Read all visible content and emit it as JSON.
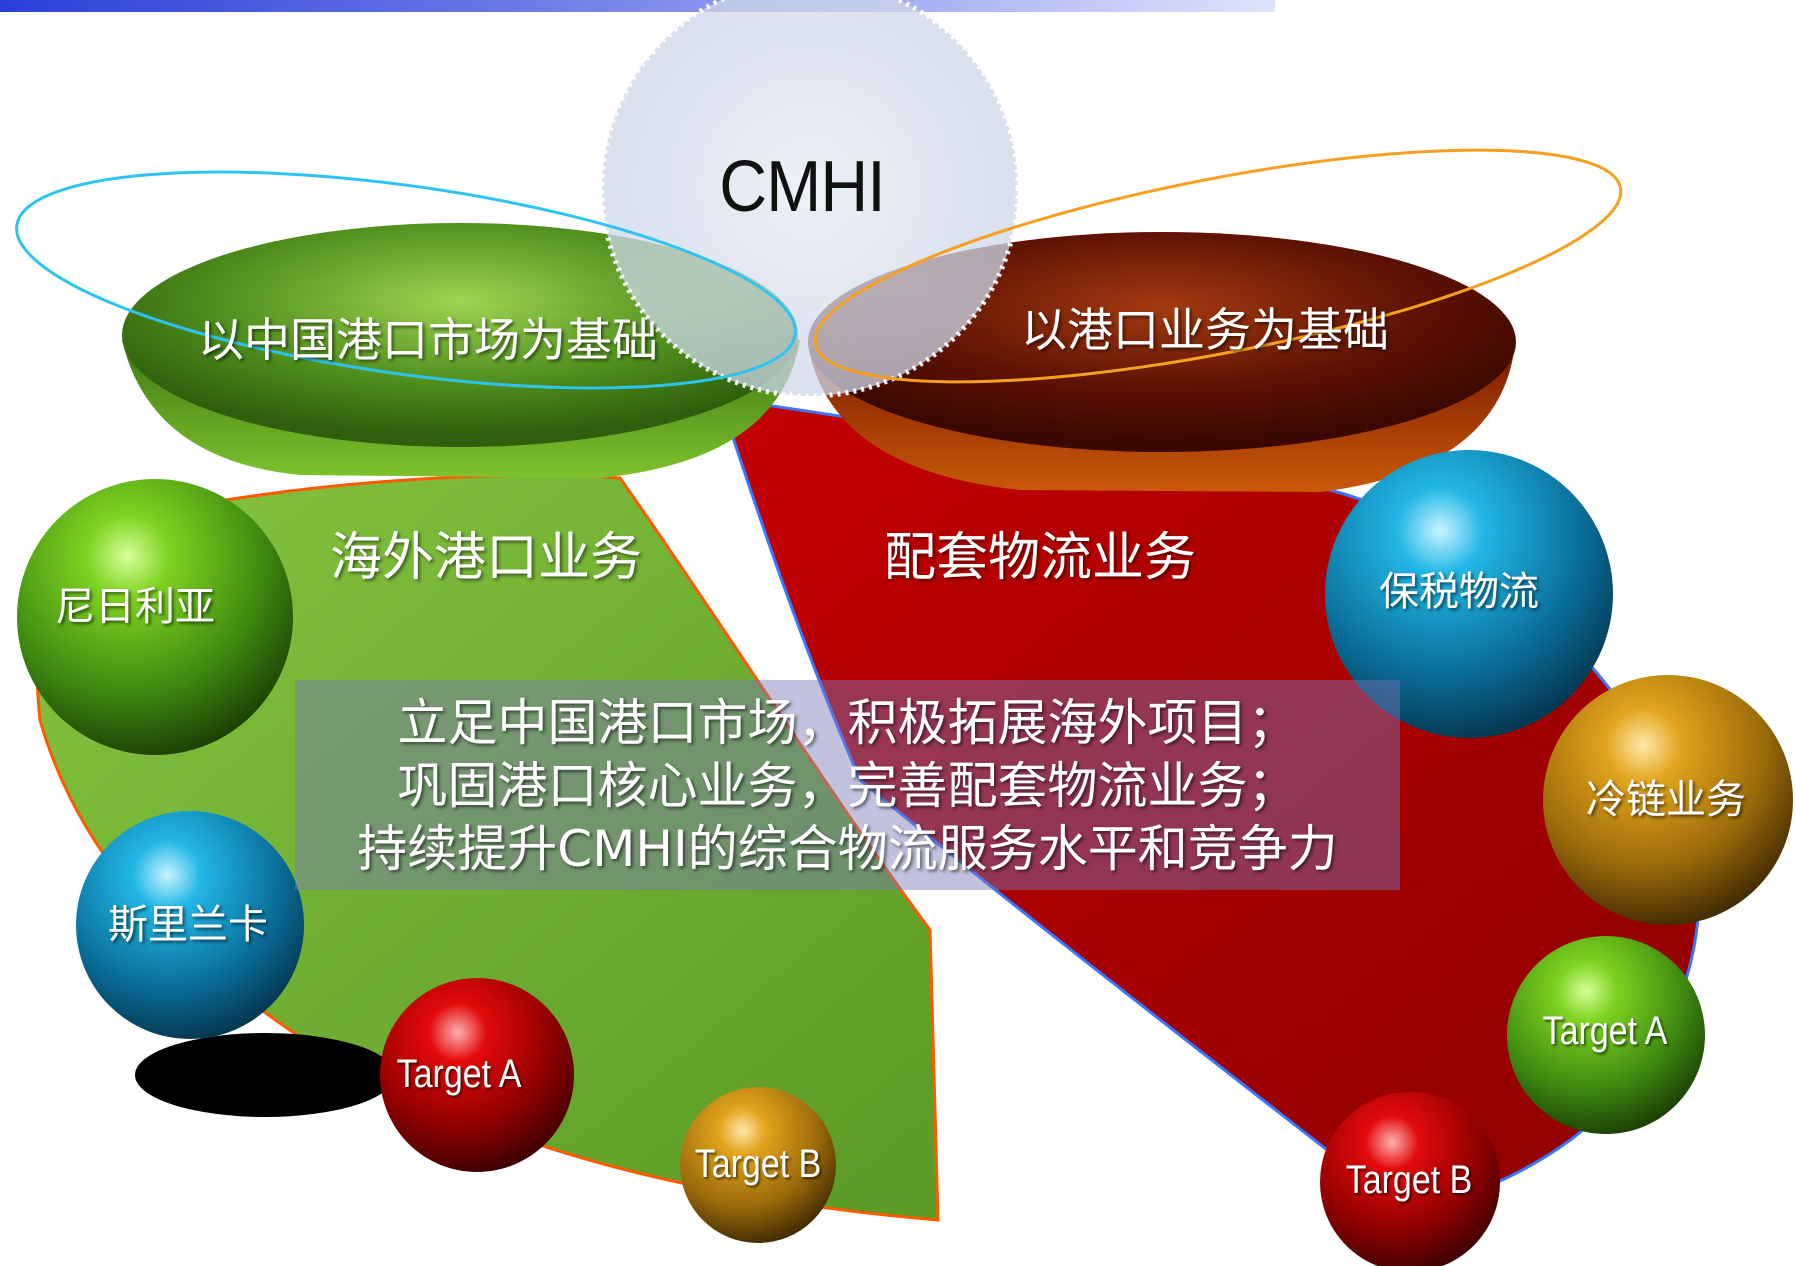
{
  "diagram": {
    "center": {
      "label": "CMHI"
    },
    "left_dish": {
      "label": "以中国港口市场为基础"
    },
    "right_dish": {
      "label": "以港口业务为基础"
    },
    "left_section": {
      "label": "海外港口业务"
    },
    "right_section": {
      "label": "配套物流业务"
    },
    "summary": {
      "lines": [
        "立足中国港口市场，积极拓展海外项目；",
        "巩固港口核心业务，完善配套物流业务；",
        "持续提升CMHI的综合物流服务水平和竞争力"
      ]
    },
    "left_balls": [
      {
        "label": "尼日利亚",
        "color": "green"
      },
      {
        "label": "斯里兰卡",
        "color": "blue"
      },
      {
        "label": "Target A",
        "color": "red"
      },
      {
        "label": "Target B",
        "color": "gold"
      }
    ],
    "right_balls": [
      {
        "label": "保税物流",
        "color": "blue"
      },
      {
        "label": "冷链业务",
        "color": "gold"
      },
      {
        "label": "Target A",
        "color": "green"
      },
      {
        "label": "Target B",
        "color": "red"
      }
    ]
  },
  "colors": {
    "green": "#6fae2a",
    "red": "#a50000",
    "blue": "#1aa3d8",
    "gold": "#d8a21a",
    "cyan_ring": "#2ec4ef",
    "orange_ring": "#f5a020"
  }
}
